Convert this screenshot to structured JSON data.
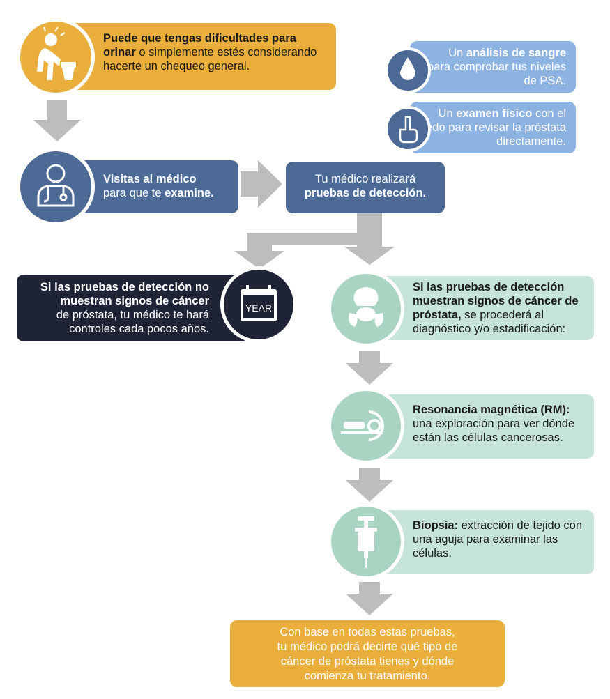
{
  "colors": {
    "orange": "#e9ae3c",
    "blue_dark": "#4d6a97",
    "blue_light": "#8db3e2",
    "navy": "#1f2336",
    "mint": "#c6e4d7",
    "mint_icon": "#a9d4c2",
    "arrow_gray": "#bdbdbd"
  },
  "step_symptoms": {
    "bold1": "Puede que tengas dificultades para",
    "bold2": "orinar",
    "rest": " o simplemente estés considerando hacerte un chequeo general.",
    "icon": "person-urinating-icon"
  },
  "step_visit": {
    "bold": "Visitas al médico",
    "text": "para que te ",
    "bold2": "examine.",
    "icon": "doctor-icon"
  },
  "step_screening": {
    "text": "Tu médico realizará",
    "bold": "pruebas de detección."
  },
  "test_blood": {
    "text1": "Un ",
    "bold": "análisis de sangre",
    "text2": "para comprobar tus niveles de PSA.",
    "icon": "blood-drop-icon"
  },
  "test_physical": {
    "text1": "Un ",
    "bold": "examen físico",
    "text2": " con el dedo para revisar la próstata directamente.",
    "icon": "finger-icon"
  },
  "outcome_negative": {
    "bold": "Si las pruebas de detección no muestran signos de cáncer",
    "text": "de próstata, tu médico te hará controles cada pocos años.",
    "icon_label": "YEAR",
    "icon": "calendar-icon"
  },
  "outcome_positive": {
    "bold": "Si las pruebas de detección muestran signos de cáncer de próstata,",
    "text": " se procederá al diagnóstico y/o estadificación:",
    "icon": "prostate-icon"
  },
  "mri": {
    "bold": "Resonancia magnética (RM):",
    "text": "una exploración para ver dónde están las células cancerosas.",
    "icon": "mri-scanner-icon"
  },
  "biopsy": {
    "bold": "Biopsia:",
    "text": " extracción de tejido con una aguja para examinar las células.",
    "icon": "syringe-icon"
  },
  "final": {
    "line1": "Con base en todas estas pruebas,",
    "line2": "tu médico podrá decirte qué tipo de",
    "line3": "cáncer de próstata tienes y dónde",
    "line4": "comienza tu tratamiento."
  }
}
